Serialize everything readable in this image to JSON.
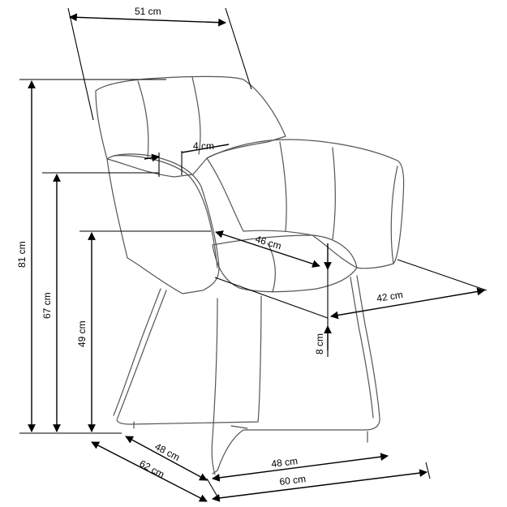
{
  "dimensions": {
    "top_width": "51 cm",
    "armrest_width": "4 cm",
    "seat_depth": "46 cm",
    "seat_width": "42 cm",
    "seat_thickness": "8 cm",
    "total_height": "81 cm",
    "armrest_height": "67 cm",
    "seat_height": "49 cm",
    "base_depth": "48 cm",
    "total_depth": "62 cm",
    "base_width": "48 cm",
    "total_width": "60 cm"
  },
  "colors": {
    "line": "#000000",
    "chair_outline": "#555555",
    "background": "#ffffff"
  }
}
